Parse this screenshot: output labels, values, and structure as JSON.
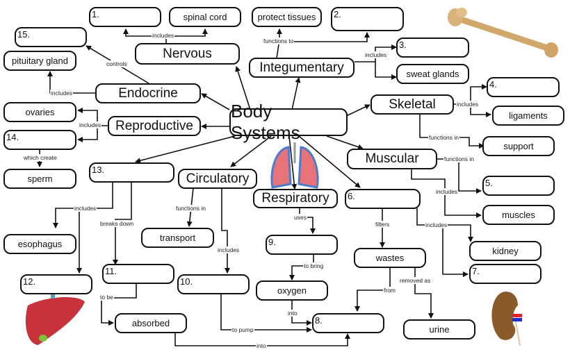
{
  "diagram": {
    "title": "Body Systems",
    "systems": {
      "nervous": "Nervous",
      "integumentary": "Integumentary",
      "endocrine": "Endocrine",
      "reproductive": "Reproductive",
      "skeletal": "Skeletal",
      "muscular": "Muscular",
      "circulatory": "Circulatory",
      "respiratory": "Respiratory"
    },
    "concepts": {
      "spinal_cord": "spinal cord",
      "protect_tissues": "protect tissues",
      "sweat_glands": "sweat glands",
      "pituitary_gland": "pituitary gland",
      "ovaries": "ovaries",
      "sperm": "sperm",
      "ligaments": "ligaments",
      "support": "support",
      "muscles": "muscles",
      "esophagus": "esophagus",
      "transport": "transport",
      "oxygen": "oxygen",
      "wastes": "wastes",
      "kidney": "kidney",
      "absorbed": "absorbed",
      "urine": "urine"
    },
    "blanks": {
      "b1": "1.",
      "b2": "2.",
      "b3": "3.",
      "b4": "4.",
      "b5": "5.",
      "b6": "6.",
      "b7": "7.",
      "b8": "8.",
      "b9": "9.",
      "b10": "10.",
      "b11": "11.",
      "b12": "12.",
      "b13": "13.",
      "b14": "14.",
      "b15": "15."
    },
    "links": {
      "nervous_includes": "includes",
      "integ_functions_to": "functions to",
      "integ_includes": "includes",
      "endocrine_controls": "controls",
      "endocrine_includes": "includes",
      "repro_includes": "includes",
      "which_create": "which create",
      "skeletal_includes": "includes",
      "skeletal_functions_in": "functions in",
      "muscular_functions_in": "functions in",
      "muscular_includes": "includes",
      "digestive_includes": "includes",
      "breaks_down": "breaks down",
      "circ_functions_in": "functions in",
      "circ_includes": "includes",
      "uses": "uses",
      "to_bring": "to bring",
      "filters": "filters",
      "excretory_includes": "includes",
      "from": "from",
      "removed_as": "removed as",
      "to_be": "to be",
      "into_oxygen": "into",
      "to_pump": "to pump",
      "into_absorbed": "into"
    },
    "images": [
      "bone-illustration",
      "lungs-illustration",
      "liver-illustration",
      "kidney-illustration"
    ]
  }
}
